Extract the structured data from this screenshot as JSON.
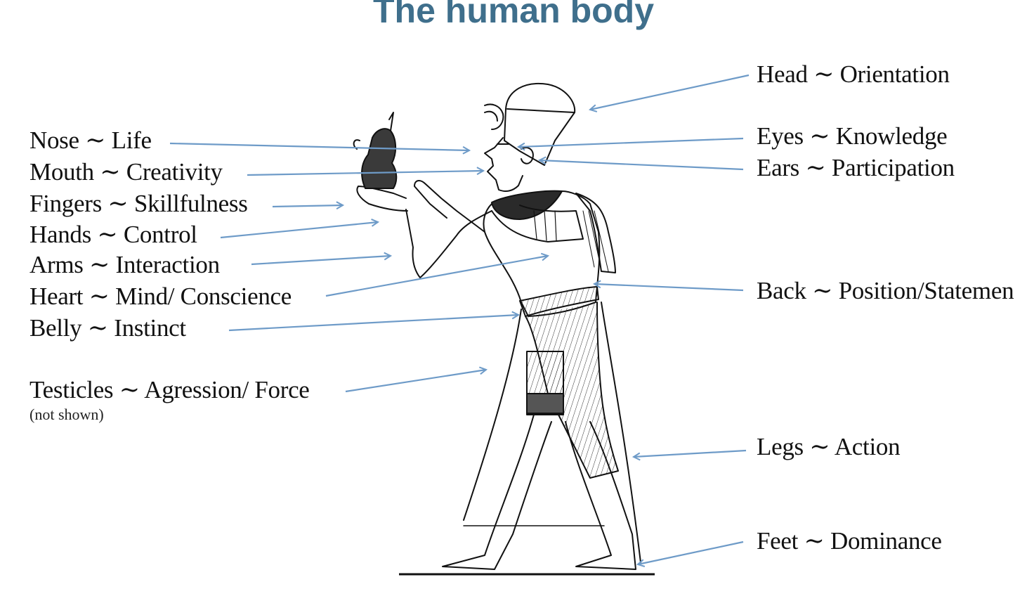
{
  "title": "The human body",
  "arrow_color": "#6e9bc8",
  "title_color": "#3f6f8c",
  "figure": {
    "description_icon": "egyptian-pharaoh-figure"
  },
  "labels": {
    "nose": "Nose ∼ Life",
    "mouth": "Mouth ∼ Creativity",
    "fingers": "Fingers ∼ Skillfulness",
    "hands": "Hands ∼ Control",
    "arms": "Arms ∼ Interaction",
    "heart": "Heart ∼ Mind/ Conscience",
    "belly": "Belly ∼ Instinct",
    "testicles": "Testicles ∼ Agression/ Force",
    "testicles_note": "(not shown)",
    "head": "Head ∼ Orientation",
    "eyes": "Eyes ∼ Knowledge",
    "ears": "Ears ∼ Participation",
    "back": "Back ∼ Position/Statemen",
    "legs": "Legs ∼ Action",
    "feet": "Feet ∼ Dominance"
  }
}
